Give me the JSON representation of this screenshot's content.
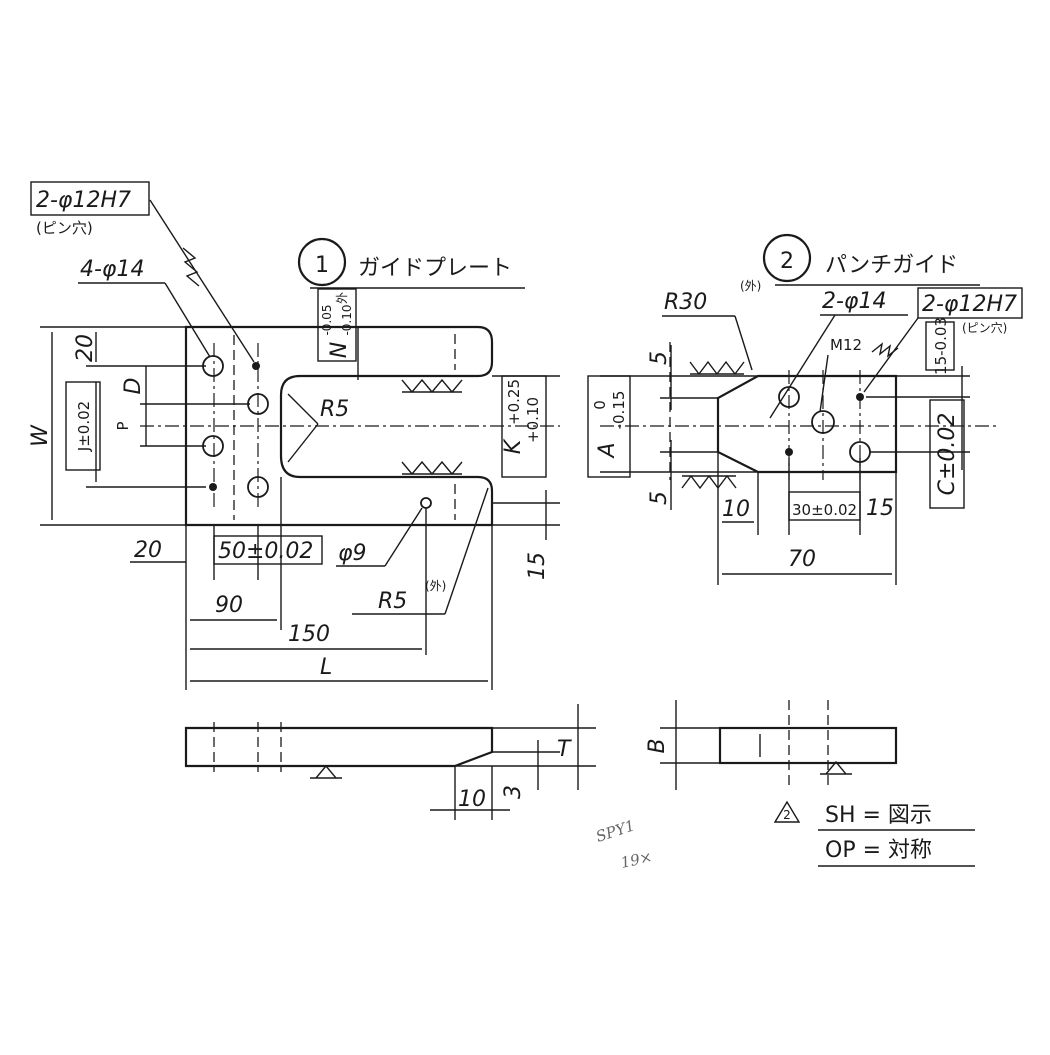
{
  "part1": {
    "number": "1",
    "name": "ガイドプレート",
    "callouts": {
      "pin_holes": "2-φ12H7",
      "pin_holes_note": "(ピン穴)",
      "holes": "4-φ14",
      "slot_radius": "R5",
      "end_radius": "R5",
      "end_radius_note": "(外)",
      "small_hole": "φ9"
    },
    "dims": {
      "W": "W",
      "J": "J±0.02",
      "P": "P",
      "D": "D",
      "top_20": "20",
      "N": "N",
      "N_tol_upper": "-0.05",
      "N_tol_lower": "-0.10",
      "N_tol_mark": "外",
      "K": "K",
      "K_tol_upper": "+0.25",
      "K_tol_lower": "+0.10",
      "right_15": "15",
      "left_20": "20",
      "d50": "50±0.02",
      "d90": "90",
      "d150": "150",
      "L": "L",
      "T": "T",
      "d10": "10",
      "d3": "3"
    }
  },
  "part2": {
    "number": "2",
    "name": "パンチガイド",
    "callouts": {
      "radius": "R30",
      "radius_note": "(外)",
      "holes": "2-φ14",
      "pin_holes": "2-φ12H7",
      "pin_holes_note": "(ピン穴)",
      "thread": "M12"
    },
    "dims": {
      "d5_top": "5",
      "d5_bottom": "5",
      "A": "A",
      "A_tol_upper": "0",
      "A_tol_lower": "-0.15",
      "d15_tol": "15-0.03",
      "C": "C±0.02",
      "d10": "10",
      "d30": "30±0.02",
      "d15": "15",
      "d70": "70",
      "B": "B"
    }
  },
  "notes": {
    "rev_mark": "2",
    "sh": "SH = 図示",
    "op": "OP = 対称"
  },
  "pencil": {
    "line1": "SPY1",
    "line2": "19×"
  }
}
